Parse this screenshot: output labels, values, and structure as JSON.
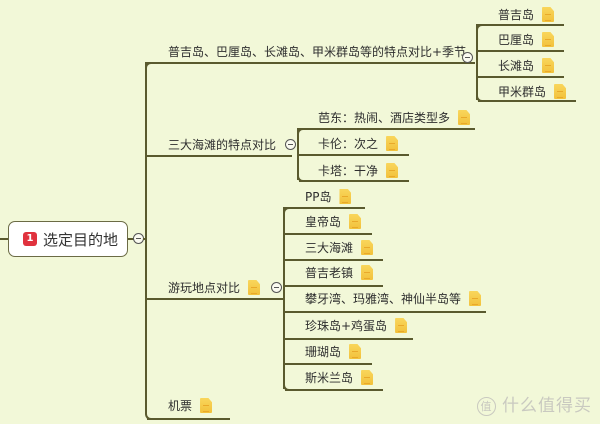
{
  "root": {
    "badge": "1",
    "label": "选定目的地"
  },
  "branches": [
    {
      "label": "普吉岛、巴厘岛、长滩岛、甲米群岛等的特点对比+季节",
      "children": [
        "普吉岛",
        "巴厘岛",
        "长滩岛",
        "甲米群岛"
      ]
    },
    {
      "label": "三大海滩的特点对比",
      "children": [
        "芭东：热闹、酒店类型多",
        "卡伦：次之",
        "卡塔：干净"
      ]
    },
    {
      "label": "游玩地点对比",
      "children": [
        "PP岛",
        "皇帝岛",
        "三大海滩",
        "普吉老镇",
        "攀牙湾、玛雅湾、神仙半岛等",
        "珍珠岛+鸡蛋岛",
        "珊瑚岛",
        "斯米兰岛"
      ]
    },
    {
      "label": "机票"
    }
  ],
  "watermark": {
    "icon": "值",
    "text": "什么值得买"
  },
  "colors": {
    "background": "#f2f8d8",
    "line": "#5a5a2e",
    "note": "#f2c13b",
    "badge": "#e0323e"
  }
}
